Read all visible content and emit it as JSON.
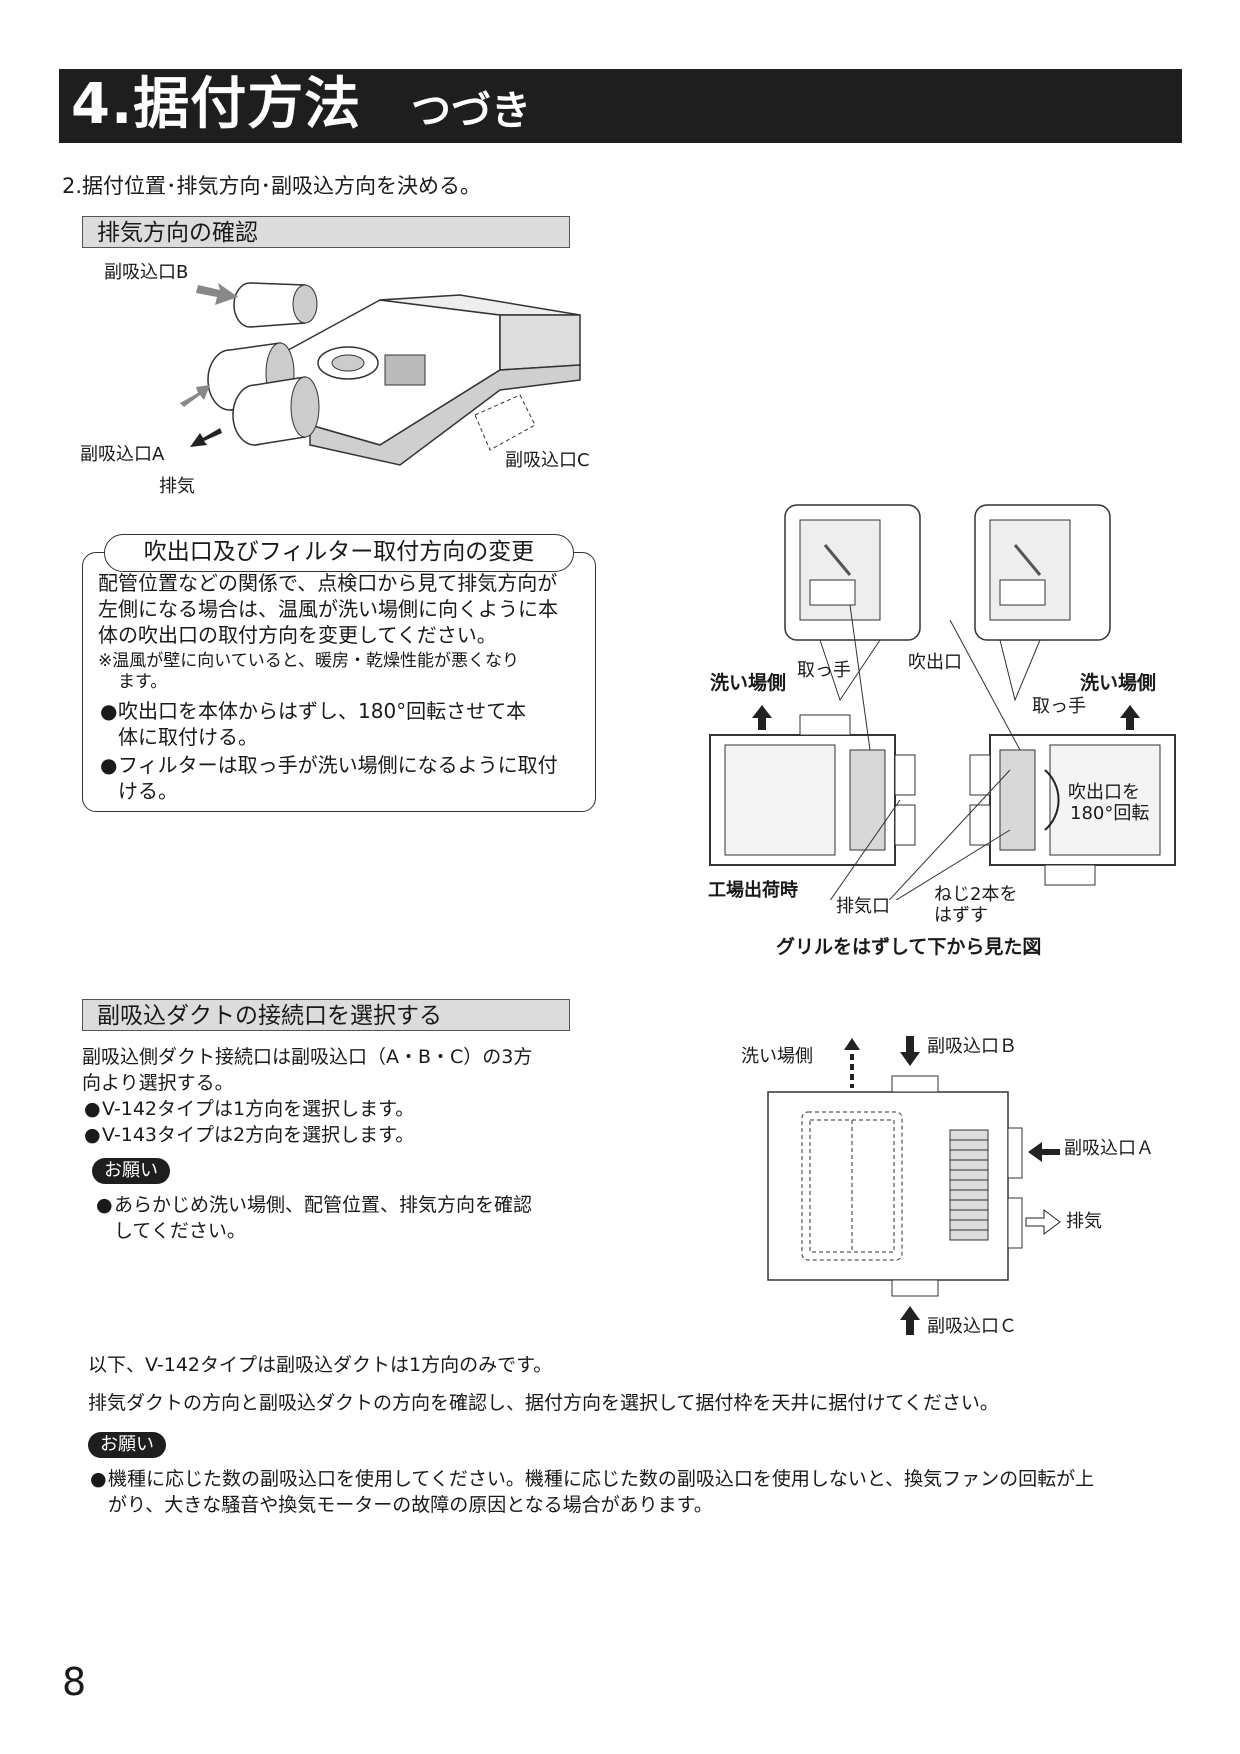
{
  "header": {
    "title": "4.据付方法",
    "subtitle": "つづき"
  },
  "step": "2.据付位置･排気方向･副吸込方向を決める。",
  "section1": {
    "title": "排気方向の確認",
    "labels": {
      "intake_b": "副吸込口B",
      "intake_a": "副吸込口A",
      "exhaust": "排気",
      "intake_c": "副吸込口C"
    }
  },
  "notice_box": {
    "title": "吹出口及びフィルター取付方向の変更",
    "body": [
      "配管位置などの関係で、点検口から見て排気方向が",
      "左側になる場合は、温風が洗い場側に向くように本",
      "体の吹出口の取付方向を変更してください。"
    ],
    "note": [
      "※温風が壁に向いていると、暖房・乾燥性能が悪くなり",
      "ます。"
    ],
    "bullets": [
      [
        "吹出口を本体からはずし、180°回転させて本",
        "体に取付ける。"
      ],
      [
        "フィルターは取っ手が洗い場側になるように取付",
        "ける。"
      ]
    ]
  },
  "grille_figure": {
    "wash_side_left": "洗い場側",
    "wash_side_right": "洗い場側",
    "handle_left": "取っ手",
    "handle_right": "取っ手",
    "outlet": "吹出口",
    "rotate": [
      "吹出口を",
      "180°回転"
    ],
    "factory": "工場出荷時",
    "exhaust_port": "排気口",
    "screws": [
      "ねじ2本を",
      "はずす"
    ],
    "caption": "グリルをはずして下から見た図"
  },
  "section2": {
    "title": "副吸込ダクトの接続口を選択する",
    "body": [
      "副吸込側ダクト接続口は副吸込口（A・B・C）の3方",
      "向より選択する。"
    ],
    "bullets": [
      "V-142タイプは1方向を選択します。",
      "V-143タイプは2方向を選択します。"
    ],
    "request_label": "お願い",
    "request": [
      "あらかじめ洗い場側、配管位置、排気方向を確認",
      "してください。"
    ]
  },
  "duct_figure": {
    "wash_side": "洗い場側",
    "intake_b": "副吸込口Ｂ",
    "intake_a": "副吸込口Ａ",
    "exhaust": "排気",
    "intake_c": "副吸込口Ｃ"
  },
  "footer": {
    "line1": "以下、V-142タイプは副吸込ダクトは1方向のみです。",
    "line2": "排気ダクトの方向と副吸込ダクトの方向を確認し、据付方向を選択して据付枠を天井に据付けてください。",
    "request_label": "お願い",
    "request": [
      "機種に応じた数の副吸込口を使用してください。機種に応じた数の副吸込口を使用しないと、換気ファンの回転が上",
      "がり、大きな騒音や換気モーターの故障の原因となる場合があります。"
    ]
  },
  "page_number": "8"
}
